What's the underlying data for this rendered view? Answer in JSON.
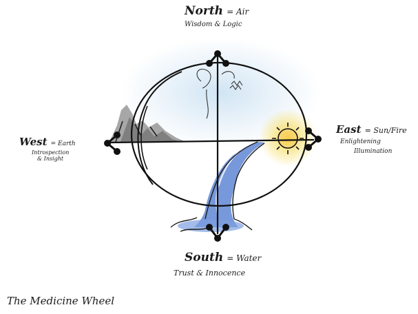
{
  "north": {
    "direction": "North",
    "element": "= Air",
    "qualities": [
      "Wisdom & Logic"
    ]
  },
  "east": {
    "direction": "East",
    "element": "= Sun/Fire",
    "qualities": [
      "Enlightening",
      "Illumination"
    ]
  },
  "south": {
    "direction": "South",
    "element": "= Water",
    "qualities": [
      "Trust & Innocence"
    ]
  },
  "west": {
    "direction": "West",
    "element": "= Earth",
    "qualities": [
      "Introspection",
      "& Insight"
    ]
  },
  "caption": "The Medicine Wheel",
  "colors": {
    "sky": "#cfe3f3",
    "sun": "#f7e27a",
    "water": "#5f86d4",
    "mountain": "#6f6f6f",
    "ink": "#111111"
  }
}
